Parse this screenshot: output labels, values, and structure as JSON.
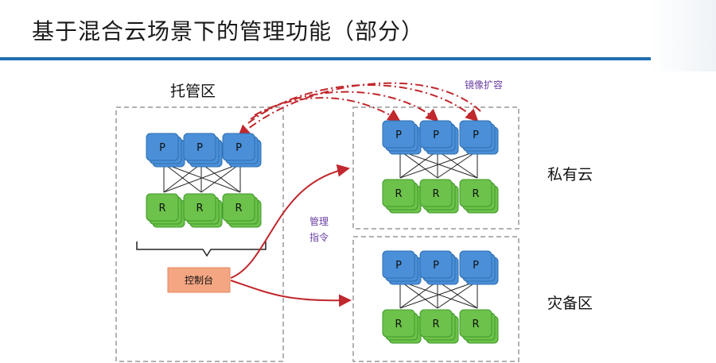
{
  "header": {
    "title": "基于混合云场景下的管理功能（部分）"
  },
  "labels": {
    "tuoguan": "托管区",
    "private_cloud": "私有云",
    "disaster_recovery": "灾备区",
    "mirror_expand": "镜像扩容",
    "mgmt_line1": "管理",
    "mgmt_line2": "指令",
    "console": "控制台"
  },
  "nodes": {
    "p_label": "P",
    "r_label": "R"
  },
  "colors": {
    "accent": "#1f6fb2",
    "p_fill": "#4a8fd8",
    "r_fill": "#6cc24a",
    "console_fill": "#f4a582",
    "arrow": "#c0282d",
    "purple": "#6a3ea1"
  }
}
